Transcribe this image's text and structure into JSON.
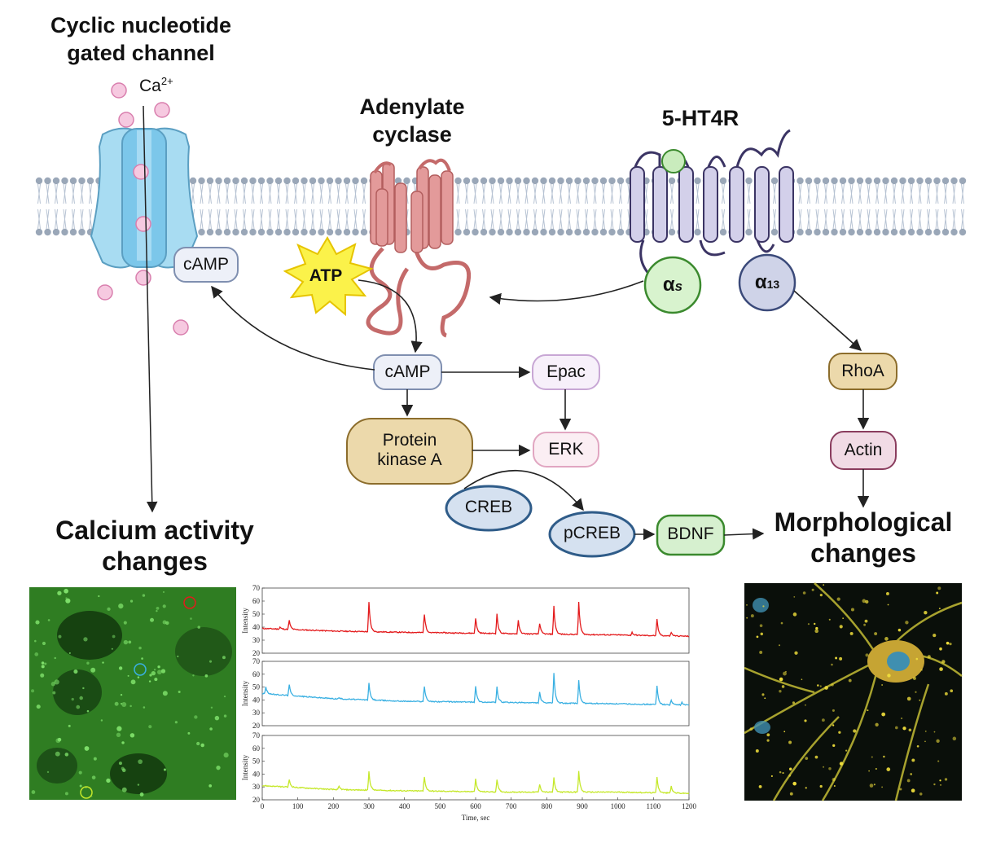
{
  "titles": {
    "channel_line1": "Cyclic nucleotide",
    "channel_line2": "gated channel",
    "adenylate_line1": "Adenylate",
    "adenylate_line2": "cyclase",
    "receptor": "5-HT4R",
    "calcium_line1": "Calcium activity",
    "calcium_line2": "changes",
    "morph_line1": "Morphological",
    "morph_line2": "changes"
  },
  "ion": {
    "base": "Ca",
    "charge": "2+"
  },
  "nodes": {
    "camp_membrane": "cAMP",
    "atp": "ATP",
    "alpha_s": "α",
    "alpha_s_sub": "s",
    "alpha_13": "α",
    "alpha_13_sub": "13",
    "camp": "cAMP",
    "epac": "Epac",
    "pka_line1": "Protein",
    "pka_line2": "kinase A",
    "erk": "ERK",
    "creb": "CREB",
    "pcreb": "pCREB",
    "bdnf": "BDNF",
    "rhoa": "RhoA",
    "actin": "Actin"
  },
  "chart_data": {
    "type": "line",
    "xlabel": "Time, sec",
    "ylabel": "Intensity",
    "xlim": [
      0,
      1200
    ],
    "ylim": [
      20,
      70
    ],
    "x_ticks": [
      0,
      100,
      200,
      300,
      400,
      500,
      600,
      700,
      800,
      900,
      1000,
      1100,
      1200
    ],
    "y_ticks": [
      20,
      30,
      40,
      50,
      60,
      70
    ],
    "series": [
      {
        "color": "#e31a1c",
        "baseline": [
          [
            0,
            39
          ],
          [
            200,
            37
          ],
          [
            400,
            36
          ],
          [
            700,
            35
          ],
          [
            1000,
            34
          ],
          [
            1200,
            33
          ]
        ],
        "peaks": [
          [
            50,
            40
          ],
          [
            75,
            47
          ],
          [
            300,
            59
          ],
          [
            455,
            54
          ],
          [
            505,
            36
          ],
          [
            600,
            47
          ],
          [
            660,
            50
          ],
          [
            720,
            45
          ],
          [
            780,
            43
          ],
          [
            820,
            56
          ],
          [
            890,
            59
          ],
          [
            1040,
            36
          ],
          [
            1110,
            46
          ],
          [
            1150,
            36
          ]
        ]
      },
      {
        "color": "#3ab0e2",
        "baseline": [
          [
            0,
            45
          ],
          [
            200,
            41
          ],
          [
            400,
            39
          ],
          [
            700,
            38
          ],
          [
            1000,
            37
          ],
          [
            1200,
            36
          ]
        ],
        "peaks": [
          [
            10,
            50
          ],
          [
            40,
            44
          ],
          [
            75,
            54
          ],
          [
            215,
            42
          ],
          [
            300,
            53
          ],
          [
            455,
            54
          ],
          [
            600,
            51
          ],
          [
            660,
            50
          ],
          [
            780,
            46
          ],
          [
            820,
            61
          ],
          [
            890,
            55
          ],
          [
            1110,
            51
          ],
          [
            1150,
            40
          ],
          [
            1180,
            38
          ]
        ]
      },
      {
        "color": "#c5e82a",
        "baseline": [
          [
            0,
            31
          ],
          [
            200,
            28
          ],
          [
            400,
            27
          ],
          [
            700,
            26
          ],
          [
            1000,
            26
          ],
          [
            1200,
            25
          ]
        ],
        "peaks": [
          [
            75,
            37
          ],
          [
            215,
            31
          ],
          [
            300,
            42
          ],
          [
            455,
            41
          ],
          [
            600,
            36
          ],
          [
            660,
            36
          ],
          [
            780,
            32
          ],
          [
            820,
            37
          ],
          [
            890,
            42
          ],
          [
            1110,
            38
          ],
          [
            1150,
            31
          ]
        ]
      }
    ]
  }
}
